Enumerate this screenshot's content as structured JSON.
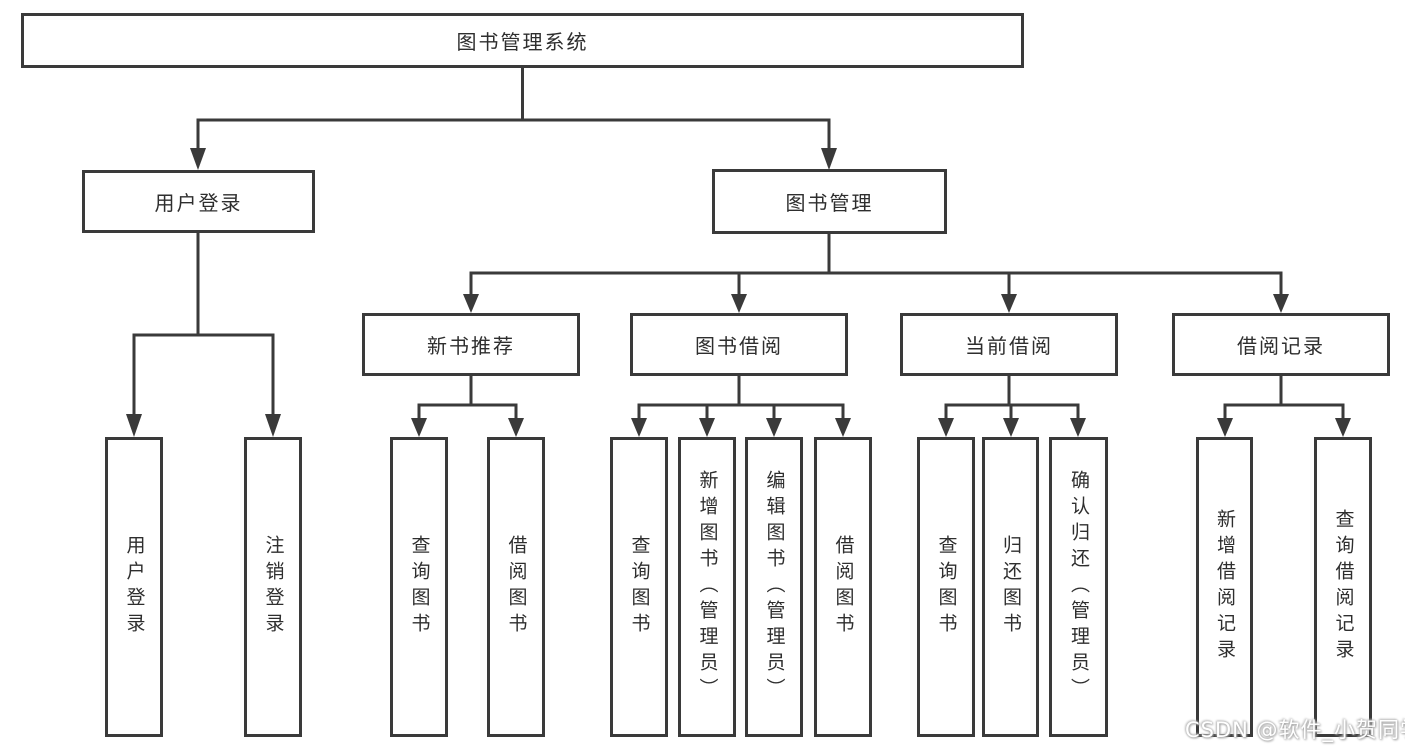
{
  "colors": {
    "line": "#3a3a3a",
    "box_border": "#3a3a3a",
    "text": "#2e2e2e",
    "background": "#ffffff",
    "watermark_text": "#ffffff",
    "watermark_shadow": "#aaaaaa"
  },
  "tree": {
    "root": "图书管理系统",
    "branches": [
      {
        "label": "用户登录",
        "children": [
          "用户登录",
          "注销登录"
        ]
      },
      {
        "label": "图书管理",
        "sections": [
          {
            "label": "新书推荐",
            "children": [
              "查询图书",
              "借阅图书"
            ]
          },
          {
            "label": "图书借阅",
            "children": [
              "查询图书",
              "新增图书（管理员）",
              "编辑图书（管理员）",
              "借阅图书"
            ]
          },
          {
            "label": "当前借阅",
            "children": [
              "查询图书",
              "归还图书",
              "确认归还（管理员）"
            ]
          },
          {
            "label": "借阅记录",
            "children": [
              "新增借阅记录",
              "查询借阅记录"
            ]
          }
        ]
      }
    ]
  },
  "watermark": "CSDN @软件_小贺同学"
}
